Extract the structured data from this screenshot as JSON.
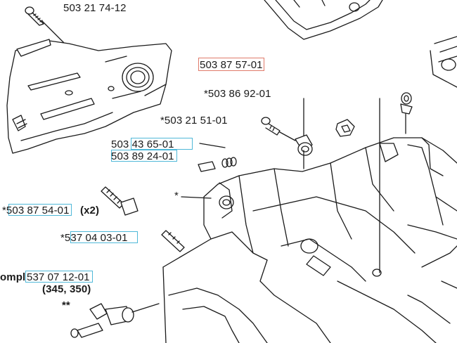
{
  "labels": {
    "screw_top": "503 21 74-12",
    "clutch_cover": "503 87 57-01",
    "part_86_92": "*503 86 92-01",
    "screw_21_51": "*503 21 51-01",
    "part_43_65": "503 43 65-01",
    "part_89_24": "503 89 24-01",
    "asterisk_mid": "*",
    "bar_bolt": "*503 87 54-01",
    "bar_bolt_qty": "(x2)",
    "set_screw": "*537 04 03-01",
    "compl_prefix": "ompl",
    "compl_number": "537 07 12-01",
    "compl_models": "(345, 350)",
    "double_asterisk": "**"
  },
  "highlight_colors": {
    "selected": "#e07a6a",
    "linked": "#4fb8d8"
  }
}
